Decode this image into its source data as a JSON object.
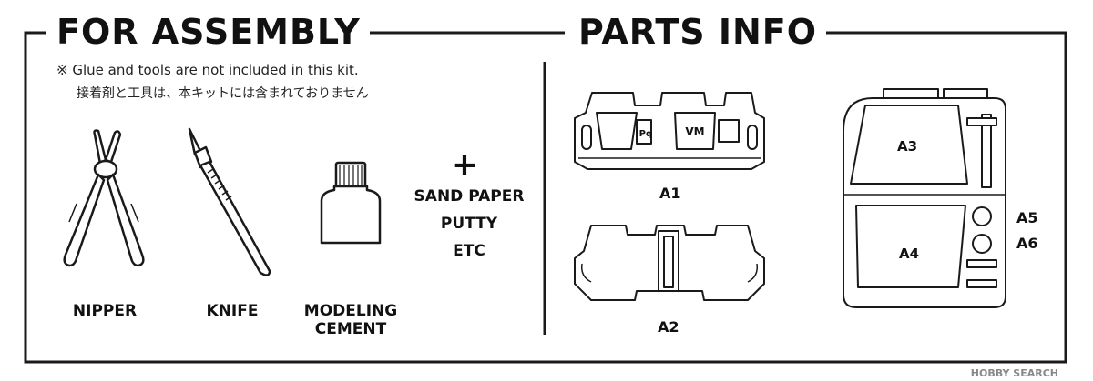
{
  "assembly": {
    "title": "FOR ASSEMBLY",
    "note_en": "※  Glue and tools are not included in this kit.",
    "note_jp": "接着剤と工具は、本キットには含まれておりません",
    "tools": [
      {
        "label": "NIPPER",
        "icon": "nipper-icon"
      },
      {
        "label": "KNIFE",
        "icon": "knife-icon"
      },
      {
        "label_line1": "MODELING",
        "label_line2": "CEMENT",
        "icon": "cement-bottle-icon"
      }
    ],
    "plus_symbol": "+",
    "extras": [
      "SAND PAPER",
      "PUTTY",
      "ETC"
    ]
  },
  "parts": {
    "title": "PARTS INFO",
    "part_labels": [
      "A1",
      "A2",
      "A3",
      "A4",
      "A5",
      "A6"
    ],
    "sprue_marks": {
      "left": "IPq",
      "right": "VM"
    }
  },
  "watermark": "HOBBY SEARCH"
}
